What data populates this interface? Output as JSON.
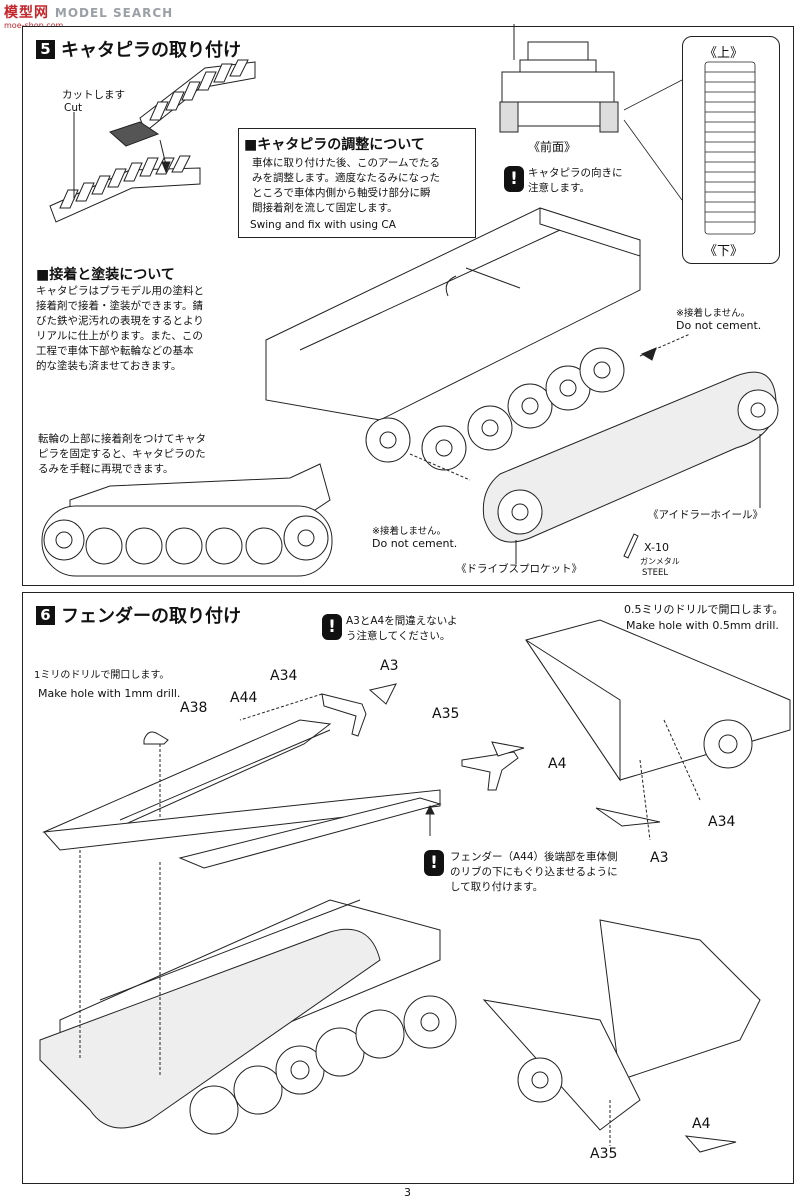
{
  "watermark": {
    "brand": "模型网",
    "site_en": "MODEL SEARCH",
    "url": "moe-shop.com"
  },
  "step5": {
    "number": "5",
    "title": "キャタピラの取り付け",
    "cut_label_jp": "カットします",
    "cut_label_en": "Cut",
    "adjust_heading": "■キャタピラの調整について",
    "adjust_body": "車体に取り付けた後、このアームでたる\nみを調整します。適度なたるみになった\nところで車体内側から軸受け部分に瞬\n間接着剤を流して固定します。",
    "adjust_en": "Swing and fix with using CA",
    "front_label": "《前面》",
    "top_label": "《上》",
    "bottom_label": "《下》",
    "direction_note": "キャタピラの向きに\n注意します。",
    "paint_heading": "■接着と塗装について",
    "paint_body": "キャタピラはプラモデル用の塗料と\n接着剤で接着・塗装ができます。錆\nびた鉄や泥汚れの表現をするとより\nリアルに仕上がります。また、この\n工程で車体下部や転輪などの基本\n的な塗装も済ませておきます。",
    "sag_note": "転輪の上部に接着剤をつけてキャタ\nピラを固定すると、キャタピラのた\nるみを手軽に再現できます。",
    "no_cement_1_jp": "※接着しません。",
    "no_cement_1_en": "Do not cement.",
    "no_cement_2_jp": "※接着しません。",
    "no_cement_2_en": "Do not cement.",
    "idler_label": "《アイドラーホイール》",
    "sprocket_label": "《ドライブスプロケット》",
    "tool_code": "X-10",
    "tool_jp": "ガンメタル",
    "tool_en": "STEEL"
  },
  "step6": {
    "number": "6",
    "title": "フェンダーの取り付け",
    "warn_a3a4": "A3とA4を間違えないよ\nう注意してください。",
    "drill1_jp": "1ミリのドリルで開口します。",
    "drill1_en": "Make hole with 1mm drill.",
    "drill05_jp": "0.5ミリのドリルで開口します。",
    "drill05_en": "Make hole with 0.5mm drill.",
    "fender_note": "フェンダー（A44）後端部を車体側\nのリブの下にもぐり込ませるように\nして取り付けます。",
    "parts": {
      "a3": "A3",
      "a34": "A34",
      "a35": "A35",
      "a4": "A4",
      "a38": "A38",
      "a44": "A44"
    }
  },
  "page_number": "3"
}
